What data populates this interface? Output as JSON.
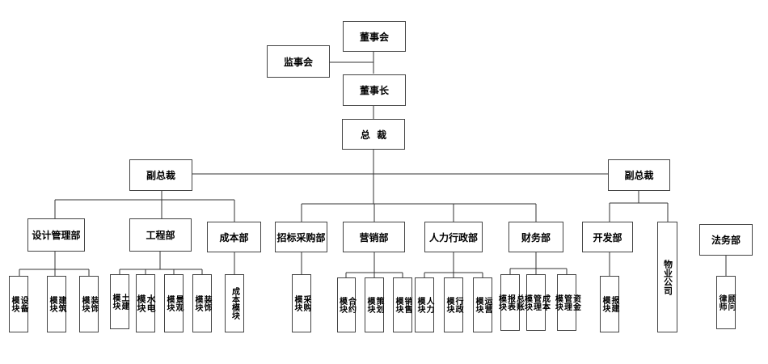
{
  "top": {
    "board": "董事会",
    "supervisory_board": "监事会",
    "chairman": "董事长",
    "president": "总  裁"
  },
  "left_vp": {
    "title": "副总裁",
    "design_dept": {
      "title": "设计管理部",
      "modules": [
        "设备\n模块",
        "建筑\n模块",
        "装饰\n模块"
      ]
    },
    "engineering_dept": {
      "title": "工程部",
      "modules": [
        "土建\n模块",
        "水电\n模块",
        "景观\n模块",
        "装饰\n模块"
      ]
    },
    "cost_dept": {
      "title": "成本部",
      "modules": [
        "成本模块"
      ]
    }
  },
  "center": {
    "procurement_dept": {
      "title": "招标采购部",
      "modules": [
        "采购\n模块"
      ]
    },
    "marketing_dept": {
      "title": "营销部",
      "modules": [
        "合约\n模块",
        "策划\n模块",
        "销售\n模块"
      ]
    },
    "hr_dept": {
      "title": "人力行政部",
      "modules": [
        "人力\n模块",
        "行政\n模块",
        "运营\n模块"
      ]
    },
    "finance_dept": {
      "title": "财务部",
      "modules": [
        "总账\n报表\n模块",
        "成本\n管理\n模块",
        "资金\n管理\n模块"
      ]
    }
  },
  "right_vp": {
    "title": "副总裁",
    "development_dept": {
      "title": "开发部",
      "modules": [
        "报建\n模块"
      ]
    },
    "property_company": "物业公司"
  },
  "legal_dept": {
    "title": "法务部",
    "modules": [
      "顾问\n律师"
    ]
  }
}
